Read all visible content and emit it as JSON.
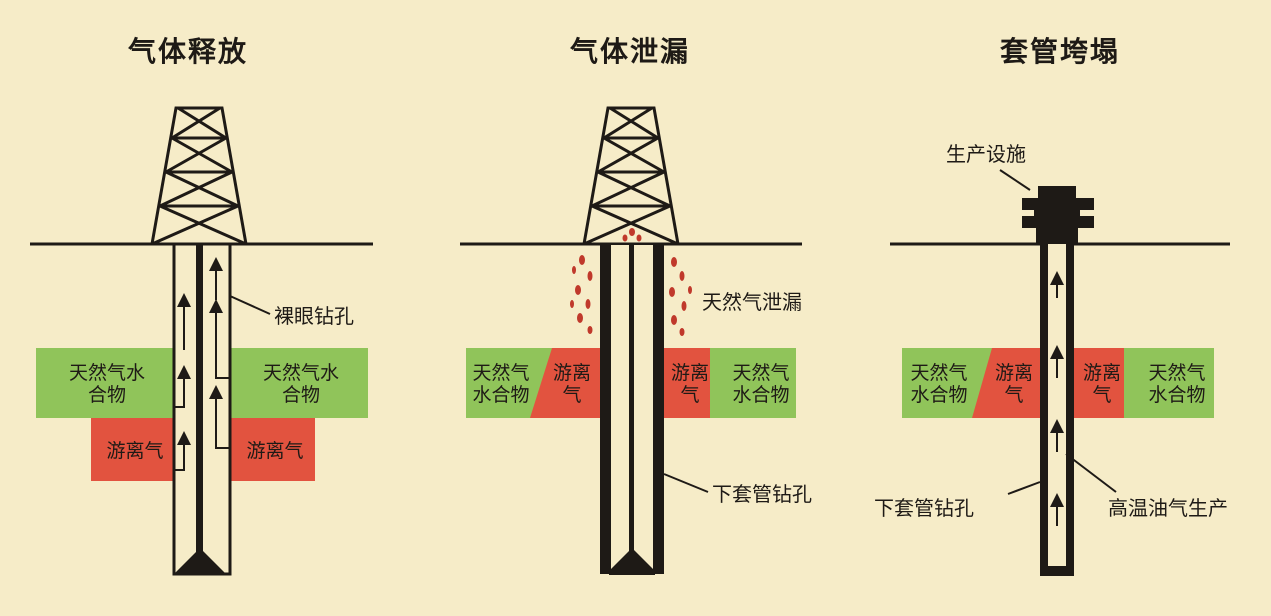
{
  "panels": [
    {
      "title": "气体释放",
      "notes": [
        "裸眼钻孔"
      ],
      "zones": [
        "天然气水合物",
        "天然气水合物",
        "游离气",
        "游离气"
      ]
    },
    {
      "title": "气体泄漏",
      "notes": [
        "天然气泄漏",
        "下套管钻孔"
      ],
      "zones": [
        "天然气水合物",
        "游离气",
        "游离气",
        "天然气水合物"
      ]
    },
    {
      "title": "套管垮塌",
      "notes": [
        "生产设施",
        "下套管钻孔",
        "高温油气生产"
      ],
      "zones": [
        "天然气水合物",
        "游离气",
        "游离气",
        "天然气水合物"
      ]
    }
  ],
  "colors": {
    "background": "#f6ecc8",
    "hydrate": "#90c45a",
    "free_gas": "#e2533f",
    "line": "#1e1a16",
    "leak": "#c0392b"
  }
}
